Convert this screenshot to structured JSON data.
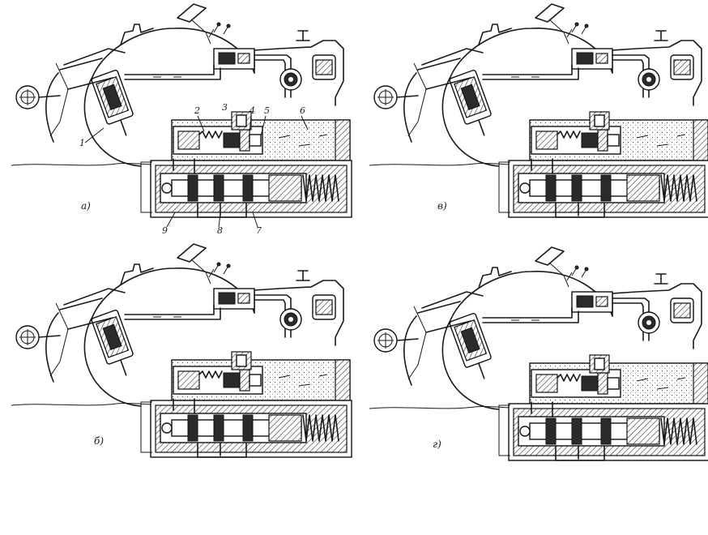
{
  "panels": [
    {
      "id": "a",
      "caption": "а)"
    },
    {
      "id": "b",
      "caption": "б)"
    },
    {
      "id": "v",
      "caption": "в)"
    },
    {
      "id": "g",
      "caption": "г)"
    }
  ],
  "part_labels": [
    "1",
    "2",
    "3",
    "4",
    "5",
    "6",
    "7",
    "8",
    "9"
  ]
}
